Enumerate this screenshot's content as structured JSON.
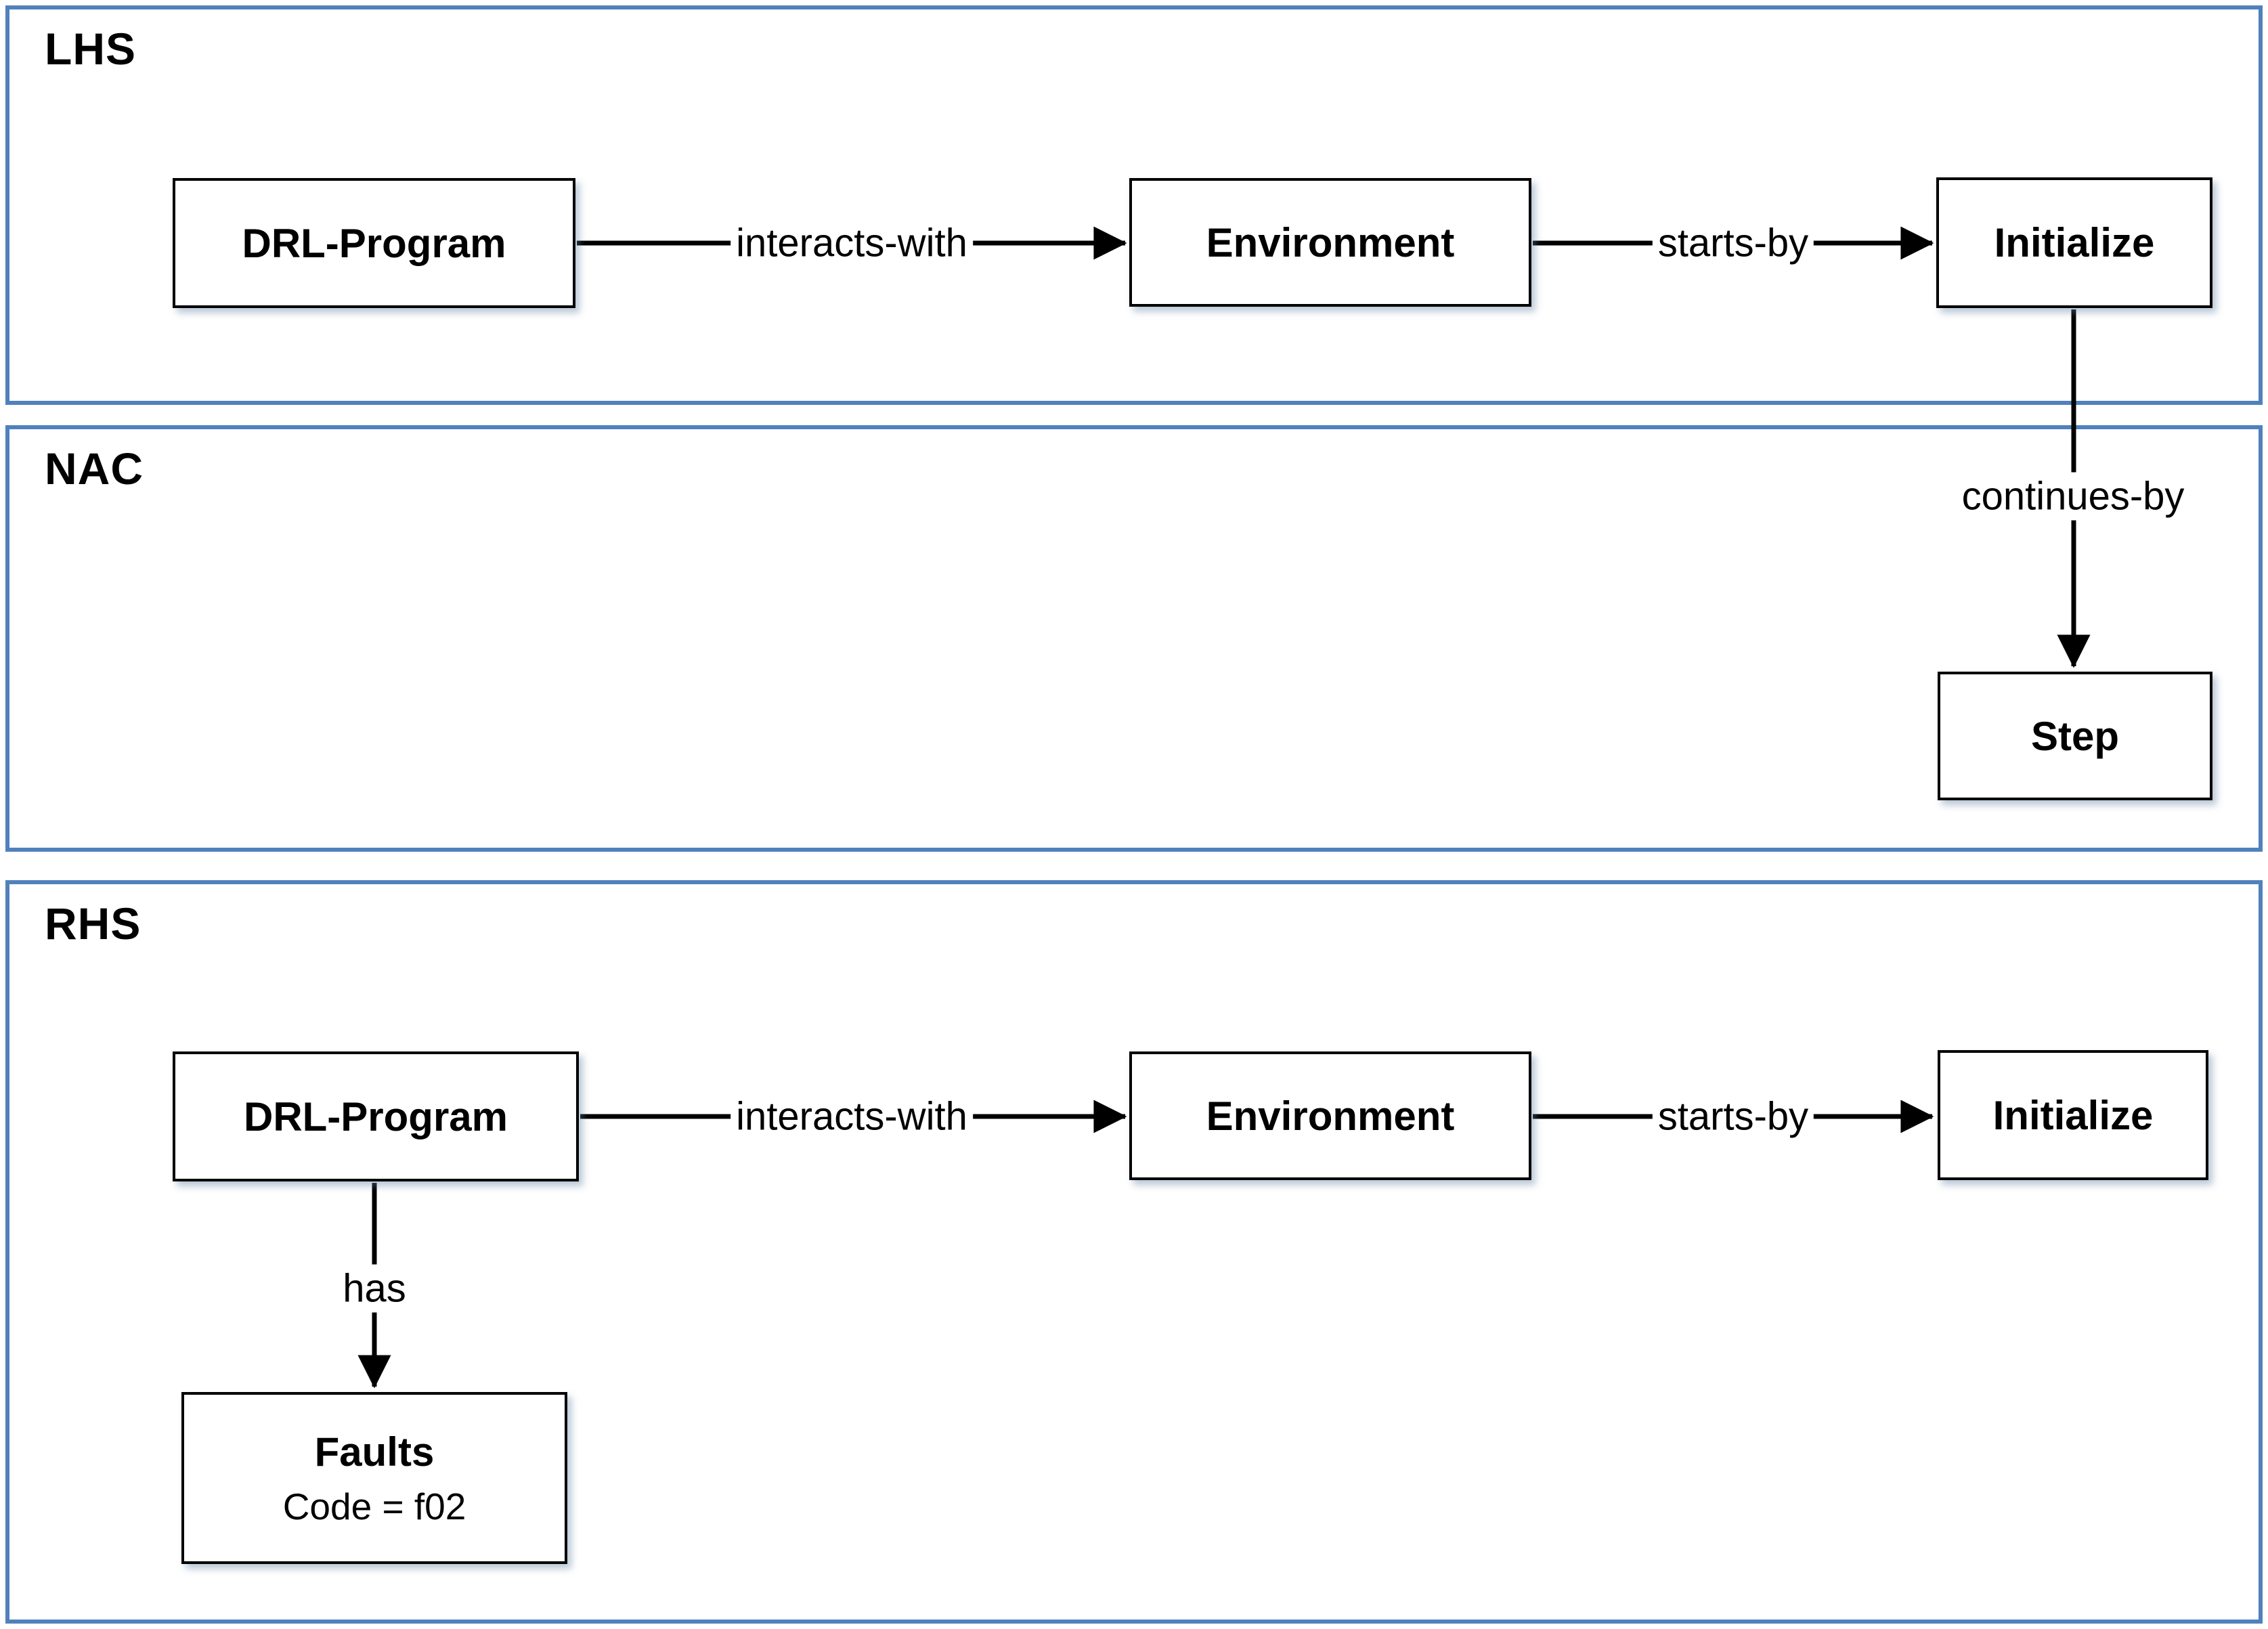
{
  "colors": {
    "panel_border": "#4f81bd",
    "node_border": "#000000",
    "node_fill": "#ffffff",
    "arrow": "#000000",
    "text": "#000000",
    "background": "#ffffff"
  },
  "panels": {
    "lhs": {
      "label": "LHS",
      "nodes": {
        "drl_program": "DRL-Program",
        "environment": "Environment",
        "initialize": "Initialize"
      },
      "edges": {
        "interacts_with": "interacts-with",
        "starts_by": "starts-by"
      }
    },
    "nac": {
      "label": "NAC",
      "nodes": {
        "step": "Step"
      },
      "edges": {
        "continues_by": "continues-by"
      }
    },
    "rhs": {
      "label": "RHS",
      "nodes": {
        "drl_program": "DRL-Program",
        "environment": "Environment",
        "initialize": "Initialize",
        "faults_title": "Faults",
        "faults_attribute": "Code = f02"
      },
      "edges": {
        "interacts_with": "interacts-with",
        "starts_by": "starts-by",
        "has": "has"
      }
    }
  }
}
